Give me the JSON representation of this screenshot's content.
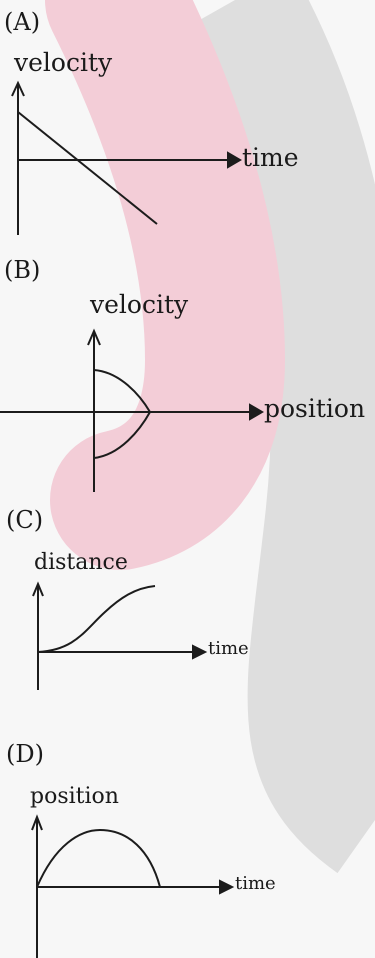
{
  "panels": [
    {
      "label": "(A)",
      "y_axis": "velocity",
      "x_axis": "time"
    },
    {
      "label": "(B)",
      "y_axis": "velocity",
      "x_axis": "position"
    },
    {
      "label": "(C)",
      "y_axis": "distance",
      "x_axis": "time"
    },
    {
      "label": "(D)",
      "y_axis": "position",
      "x_axis": "time"
    }
  ],
  "colors": {
    "background": "#f7f7f7",
    "pink_band": "#f3cdd7",
    "gray_band": "#dedede",
    "ink": "#1c1c1c"
  }
}
